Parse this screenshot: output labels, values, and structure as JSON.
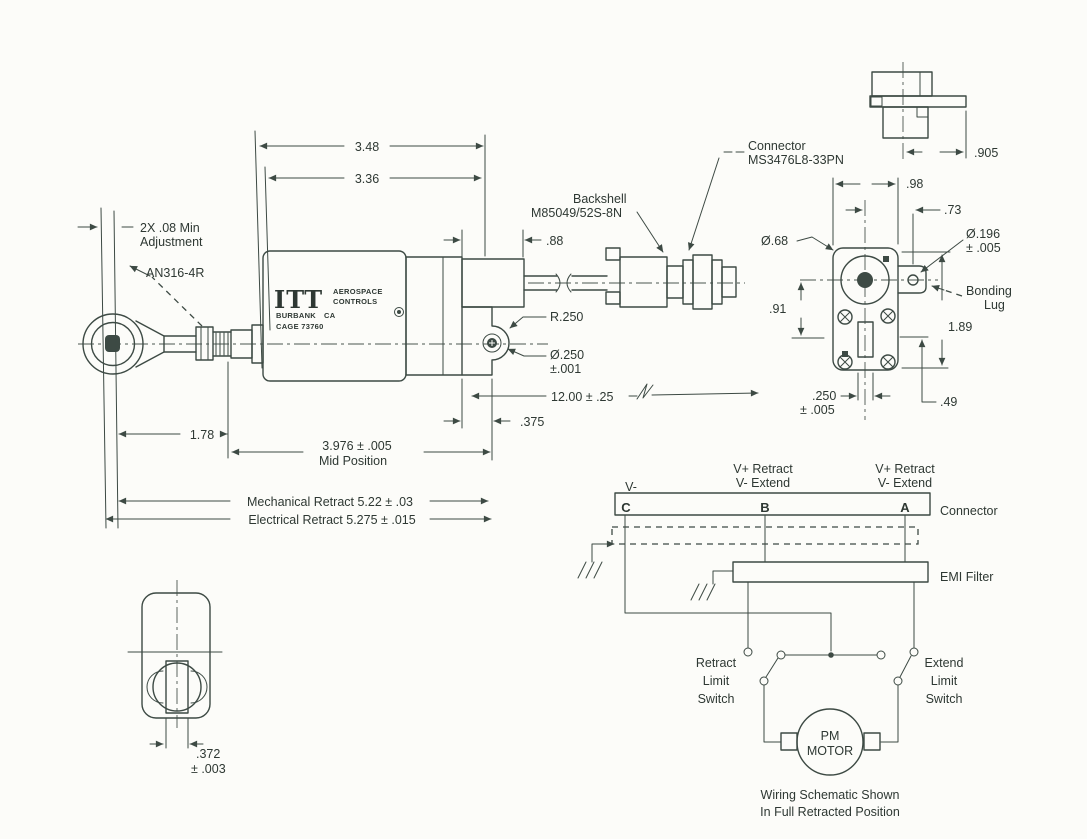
{
  "page": {
    "background": "#fcfcf9",
    "ink": "#3d4a44"
  },
  "drawing": {
    "side_view": {
      "dim_3_48": "3.48",
      "dim_3_36": "3.36",
      "adjustment_line1": "2X .08 Min",
      "adjustment_line2": "Adjustment",
      "jam_nut_label": "AN316-4R",
      "logo_text": "ITT",
      "logo_line1": "AEROSPACE",
      "logo_line2": "CONTROLS",
      "logo_city": "BURBANK",
      "logo_state": "CA",
      "logo_cage": "CAGE 73760",
      "dim_88": ".88",
      "backshell_line1": "Backshell",
      "backshell_line2": "M85049/52S-8N",
      "connector_line1": "Connector",
      "connector_line2": "MS3476L8-33PN",
      "radius_label": "R.250",
      "dia_250_line1": "Ø.250",
      "dia_250_line2": "±.001",
      "dim_12": "12.00 ± .25",
      "dim_375": ".375",
      "dim_178": "1.78",
      "dim_mid_line1": "3.976 ± .005",
      "dim_mid_line2": "Mid Position",
      "dim_mech_retract": "Mechanical Retract 5.22 ± .03",
      "dim_elec_retract": "Electrical Retract 5.275 ± .015"
    },
    "top_view": {
      "dim_905": ".905"
    },
    "end_view": {
      "dim_98": ".98",
      "dim_73": ".73",
      "dia_68": "Ø.68",
      "dia_196_line1": "Ø.196",
      "dia_196_line2": "± .005",
      "bonding_line1": "Bonding",
      "bonding_line2": "Lug",
      "dim_91": ".91",
      "dim_189": "1.89",
      "dim_250_line1": ".250",
      "dim_250_line2": "± .005",
      "dim_49": ".49"
    },
    "rod_end_view": {
      "dim_372_line1": ".372",
      "dim_372_line2": "± .003"
    },
    "schematic": {
      "pin_c_supply": "V-",
      "pin_b_supply_line1": "V+ Retract",
      "pin_b_supply_line2": "V- Extend",
      "pin_a_supply_line1": "V+ Retract",
      "pin_a_supply_line2": "V- Extend",
      "pin_c": "C",
      "pin_b": "B",
      "pin_a": "A",
      "connector_label": "Connector",
      "emi_filter_label": "EMI Filter",
      "retract_switch_line1": "Retract",
      "retract_switch_line2": "Limit",
      "retract_switch_line3": "Switch",
      "extend_switch_line1": "Extend",
      "extend_switch_line2": "Limit",
      "extend_switch_line3": "Switch",
      "motor_line1": "PM",
      "motor_line2": "MOTOR",
      "caption_line1": "Wiring Schematic Shown",
      "caption_line2": "In Full Retracted Position"
    }
  }
}
